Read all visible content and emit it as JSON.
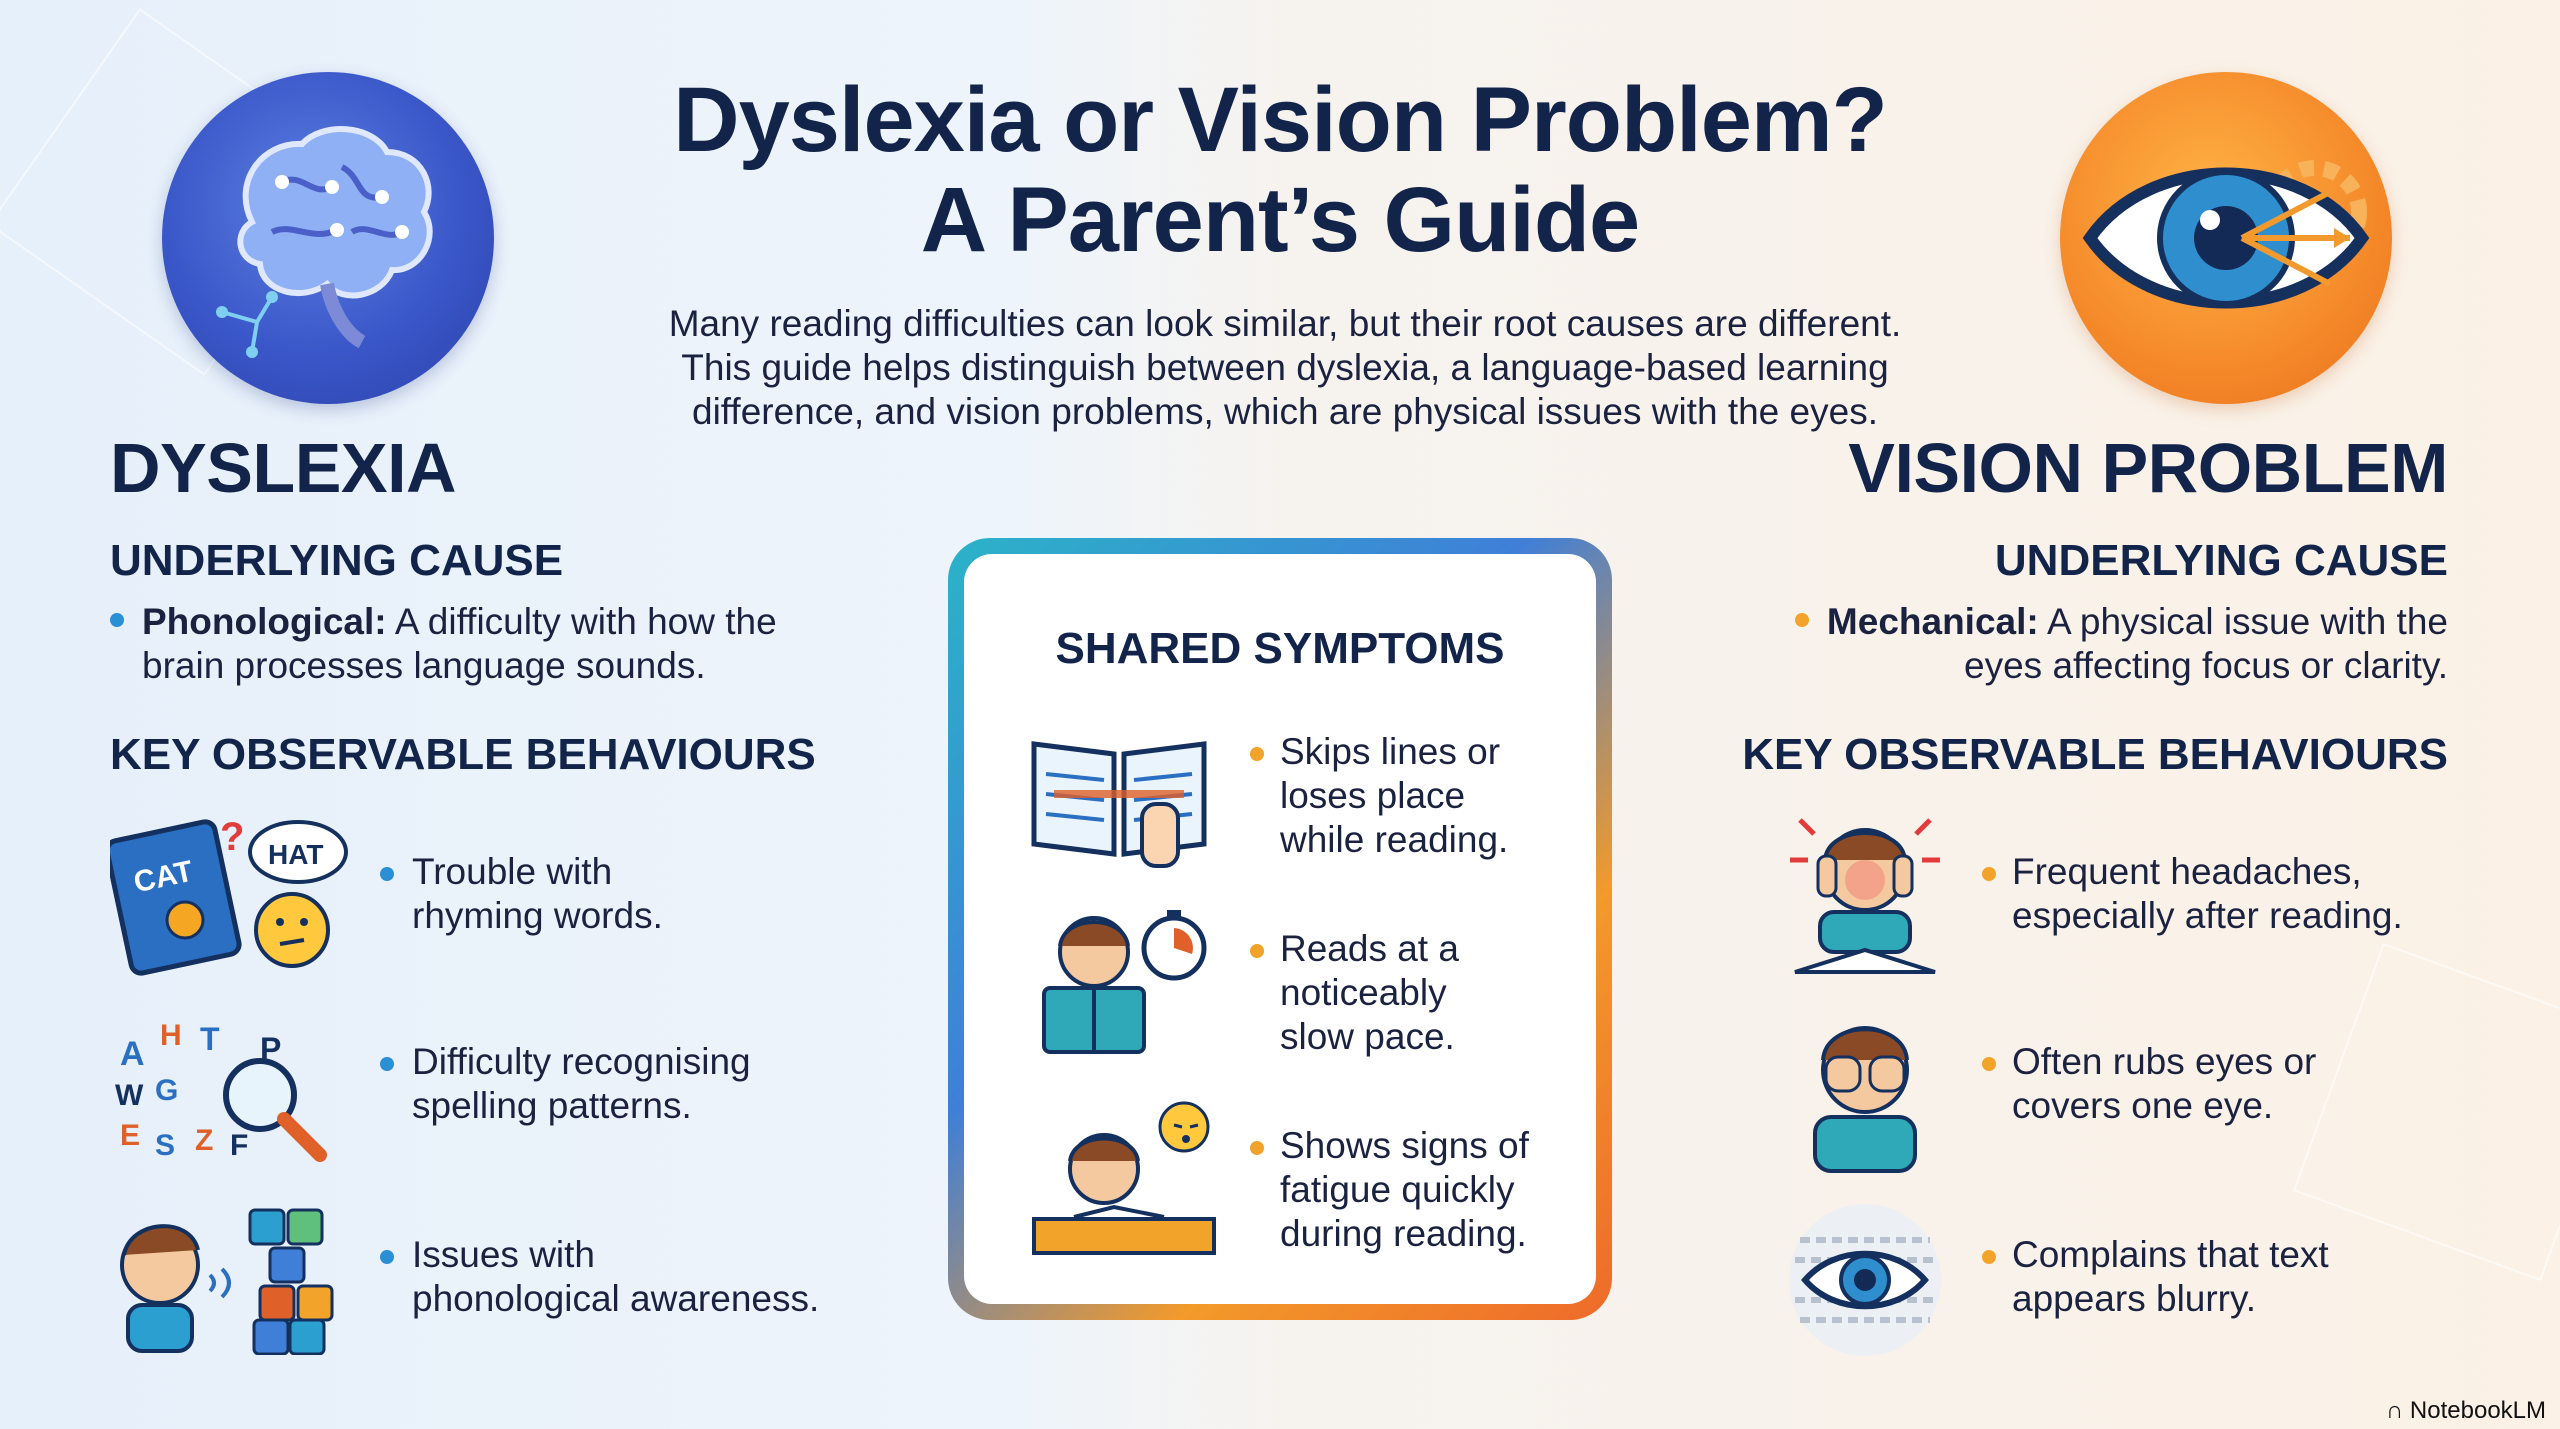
{
  "title_line1": "Dyslexia or Vision Problem?",
  "title_line2": "A Parent’s Guide",
  "intro": [
    "Many reading difficulties can look similar, but their root causes are different.",
    "This guide helps distinguish between dyslexia, a language-based learning",
    "difference, and vision problems, which are physical issues with the eyes."
  ],
  "dyslexia": {
    "title": "DYSLEXIA",
    "cause_heading": "UNDERLYING CAUSE",
    "cause_term": "Phonological:",
    "cause_line1": " A difficulty with how the",
    "cause_line2": "brain processes language sounds.",
    "behaviours_heading": "KEY OBSERVABLE BEHAVIOURS",
    "behaviours": [
      {
        "line1": "Trouble with",
        "line2": "rhyming words."
      },
      {
        "line1": "Difficulty recognising",
        "line2": "spelling patterns."
      },
      {
        "line1": "Issues with",
        "line2": "phonological awareness."
      }
    ],
    "icon_words": {
      "cat": "CAT",
      "hat": "HAT"
    }
  },
  "vision": {
    "title": "VISION PROBLEM",
    "cause_heading": "UNDERLYING CAUSE",
    "cause_term": "Mechanical:",
    "cause_line1": " A physical issue with the",
    "cause_line2": "eyes affecting focus or clarity.",
    "behaviours_heading": "KEY OBSERVABLE BEHAVIOURS",
    "behaviours": [
      {
        "line1": "Frequent headaches,",
        "line2": "especially after reading."
      },
      {
        "line1": "Often rubs eyes or",
        "line2": "covers one eye."
      },
      {
        "line1": "Complains that text",
        "line2": "appears blurry."
      }
    ]
  },
  "shared": {
    "heading": "SHARED SYMPTOMS",
    "symptoms": [
      {
        "lines": [
          "Skips lines or",
          "loses place",
          "while reading."
        ]
      },
      {
        "lines": [
          "Reads at a",
          "noticeably",
          "slow pace."
        ]
      },
      {
        "lines": [
          "Shows signs of",
          "fatigue quickly",
          "during reading."
        ]
      }
    ]
  },
  "footer": "NotebookLM",
  "colors": {
    "navy": "#13244a",
    "dyslexia_bullet": "#2b8fd6",
    "vision_bullet": "#f2a32a",
    "brain_badge": "#3a57c9",
    "eye_badge": "#f58a2a"
  }
}
